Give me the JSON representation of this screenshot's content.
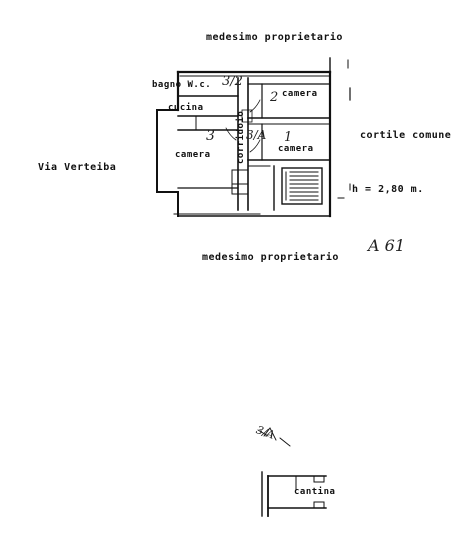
{
  "labels": {
    "top_neighbor": "medesimo proprietario",
    "bottom_neighbor": "medesimo proprietario",
    "street": "Via Verteiba",
    "courtyard": "cortile comune",
    "height": "h = 2,80 m.",
    "room_bath": "bagno W.c.",
    "room_kitchen": "cucina",
    "room_camera_left": "camera",
    "room_camera_top_right": "camera",
    "room_camera_mid_right": "camera",
    "corridor": "corridoio",
    "cellar": "cantina"
  },
  "annotations": {
    "sheet_number": "A 61",
    "room_no_1": "1",
    "room_no_2": "2",
    "room_no_3": "3",
    "mark_a": "3/2",
    "mark_b": "3/A",
    "mark_c": "3/A"
  },
  "colors": {
    "ink": "#111111",
    "paper": "#ffffff"
  }
}
